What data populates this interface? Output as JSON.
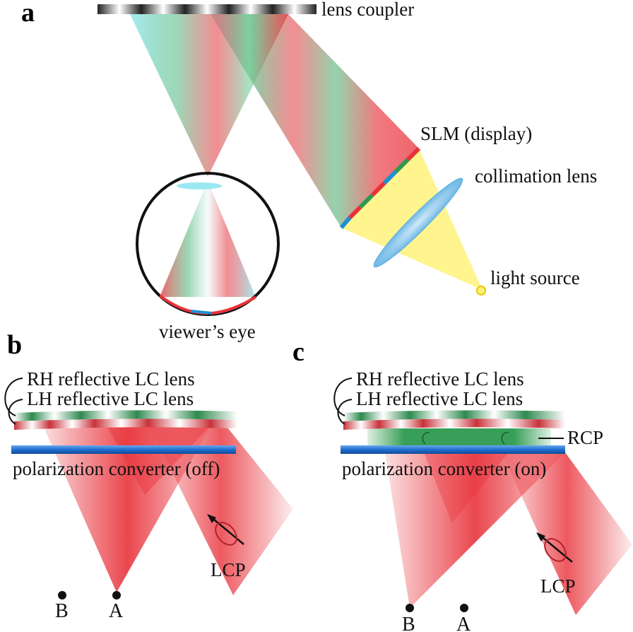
{
  "panel_a": {
    "letter": "a",
    "lens_coupler": "lens coupler",
    "slm": "SLM (display)",
    "collimation_lens": "collimation lens",
    "light_source": "light source",
    "viewers_eye": "viewer’s eye"
  },
  "panel_b": {
    "letter": "b",
    "rh_lens": "RH reflective LC lens",
    "lh_lens": "LH reflective LC lens",
    "converter": "polarization converter (off)",
    "polarization": "LCP",
    "point_b": "B",
    "point_a": "A"
  },
  "panel_c": {
    "letter": "c",
    "rh_lens": "RH reflective LC lens",
    "lh_lens": "LH reflective LC lens",
    "converter": "polarization converter (on)",
    "rcp": "RCP",
    "polarization": "LCP",
    "point_b": "B",
    "point_a": "A"
  },
  "colors": {
    "red_beam": "#e8323a",
    "green_beam": "#2e9a4f",
    "cyan_beam": "#8fe6ee",
    "yellow_beam": "#fff27a",
    "lens_blue": "#6fb8e6",
    "converter_blue": "#1f6fd1"
  }
}
